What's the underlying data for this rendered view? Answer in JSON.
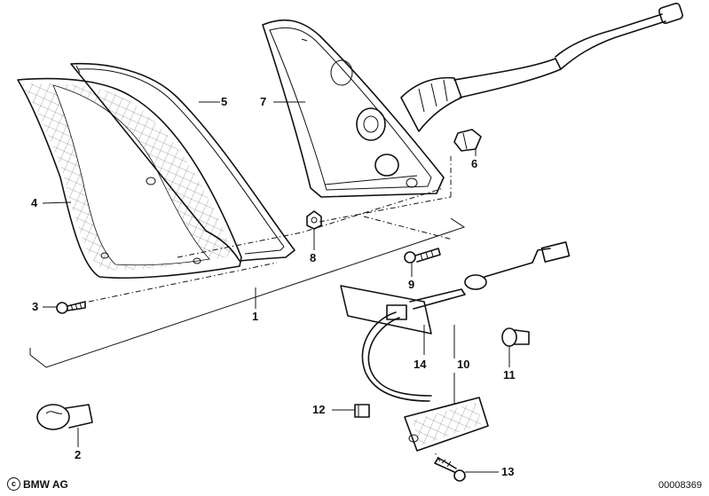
{
  "labels": {
    "p1": "1",
    "p2": "2",
    "p3": "3",
    "p4": "4",
    "p5": "5",
    "p6": "6",
    "p7": "7",
    "p8": "8",
    "p9": "9",
    "p10": "10",
    "p11": "11",
    "p12": "12",
    "p13": "13",
    "p14": "14"
  },
  "footer": {
    "copyright_symbol": "c",
    "brand": "BMW AG",
    "diagram_id": "00008369"
  }
}
